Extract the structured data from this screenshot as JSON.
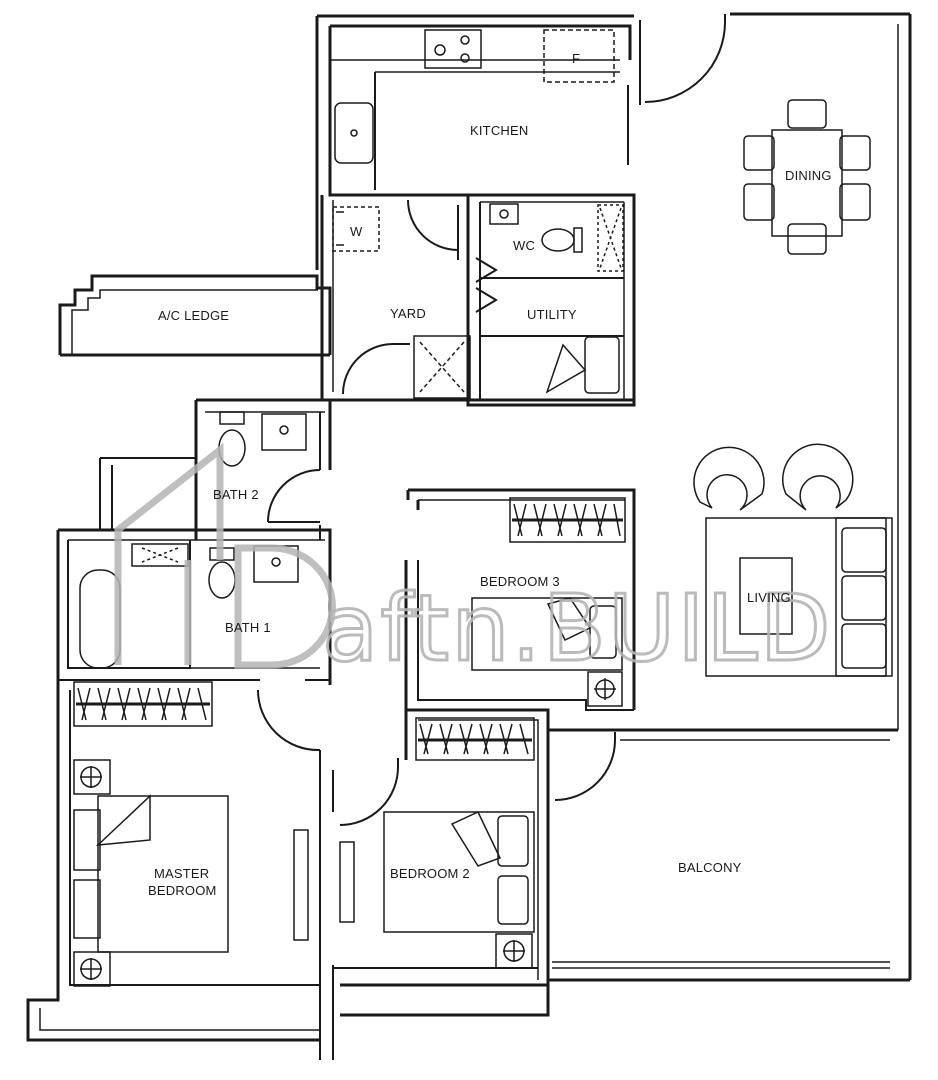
{
  "rooms": {
    "kitchen": "KITCHEN",
    "dining": "DINING",
    "wc": "WC",
    "ac_ledge": "A/C LEDGE",
    "yard": "YARD",
    "utility": "UTILITY",
    "bath2": "BATH 2",
    "bath1": "BATH 1",
    "bedroom3": "BEDROOM 3",
    "living": "LIVING",
    "master_line1": "MASTER",
    "master_line2": "BEDROOM",
    "bedroom2": "BEDROOM 2",
    "balcony": "BALCONY"
  },
  "fixtures": {
    "fridge": "F",
    "washer": "W"
  },
  "watermark": {
    "text": "aftn.BUILD"
  },
  "colors": {
    "wall": "#1a1a1a",
    "watermark": "#b4b4b4",
    "background": "#ffffff"
  }
}
